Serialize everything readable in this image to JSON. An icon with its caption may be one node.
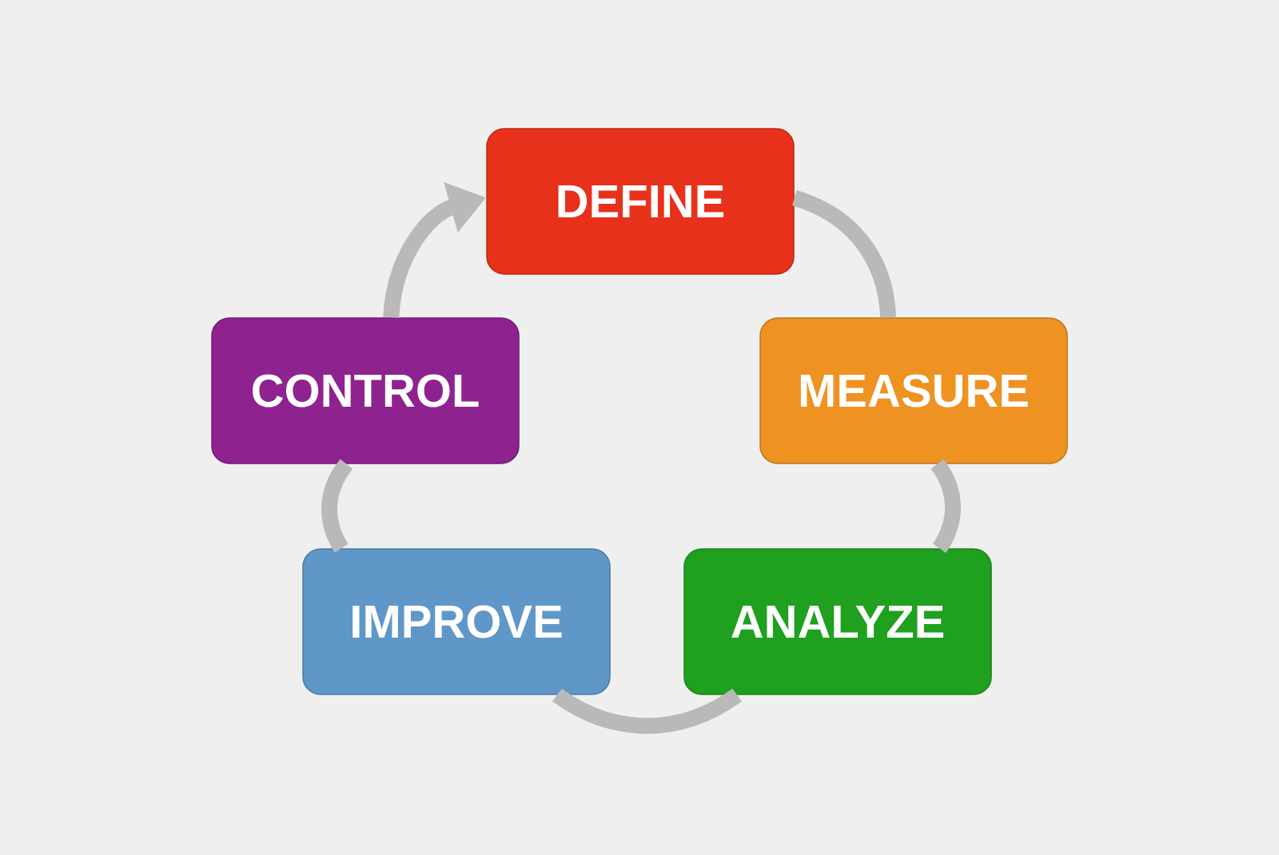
{
  "diagram": {
    "nodes": [
      {
        "text": [
          "DEFINE"
        ]
      },
      {
        "text": [
          "MEASURE"
        ]
      },
      {
        "text": [
          "ANALYZE"
        ]
      },
      {
        "text": [
          "IMPROVE"
        ]
      },
      {
        "text": [
          "CONTROL"
        ]
      }
    ],
    "edges": [
      {
        "from": 0,
        "to": 1,
        "arrow": "none"
      },
      {
        "from": 1,
        "to": 2,
        "arrow": "none"
      },
      {
        "from": 2,
        "to": 3,
        "arrow": "none"
      },
      {
        "from": 3,
        "to": 4,
        "arrow": "none"
      },
      {
        "from": 4,
        "to": 0,
        "arrow": "to"
      }
    ]
  }
}
